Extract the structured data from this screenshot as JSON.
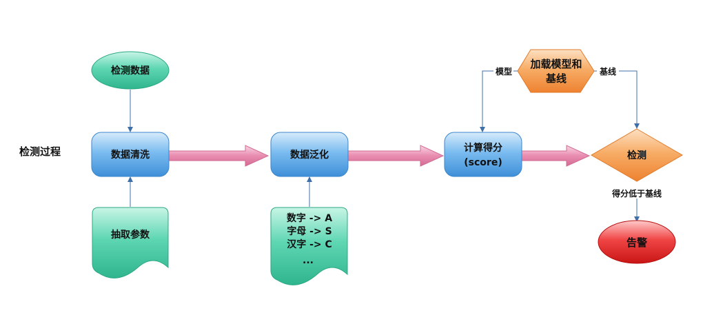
{
  "side_label": "检测过程",
  "nodes": {
    "detect_data": "检测数据",
    "data_clean": "数据清洗",
    "extract_params": "抽取参数",
    "generalize": "数据泛化",
    "generalize_rules": [
      "数字 -> A",
      "字母 -> S",
      "汉字 -> C",
      "..."
    ],
    "compute_score": [
      "计算得分",
      "(score)"
    ],
    "load_model": [
      "加载模型和",
      "基线"
    ],
    "detect": "检测",
    "alert": "告警"
  },
  "edge_labels": {
    "model": "模型",
    "baseline": "基线",
    "below_baseline": "得分低于基线"
  },
  "colors": {
    "teal": "#3fc9a2",
    "blue": "#5aa7ea",
    "orange": "#f49a4a",
    "red": "#e02424",
    "pink_arrow": "#e58cab",
    "connector": "#3f6fa8"
  }
}
